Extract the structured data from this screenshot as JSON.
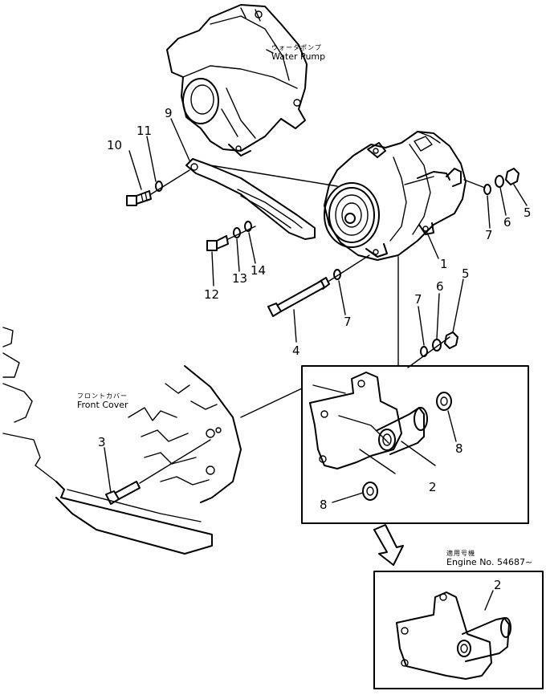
{
  "labels": {
    "water_pump_jp": "ウォータポンプ",
    "water_pump_en": "Water Pump",
    "front_cover_jp": "フロントカバー",
    "front_cover_en": "Front Cover",
    "engine_jp": "適用号機",
    "engine_en": "Engine No. 54687~"
  },
  "part_numbers": {
    "p1": "1",
    "p2": "2",
    "p3": "3",
    "p4": "4",
    "p5": "5",
    "p6": "6",
    "p7": "7",
    "p8": "8",
    "p9": "9",
    "p10": "10",
    "p11": "11",
    "p12": "12",
    "p13": "13",
    "p14": "14"
  }
}
